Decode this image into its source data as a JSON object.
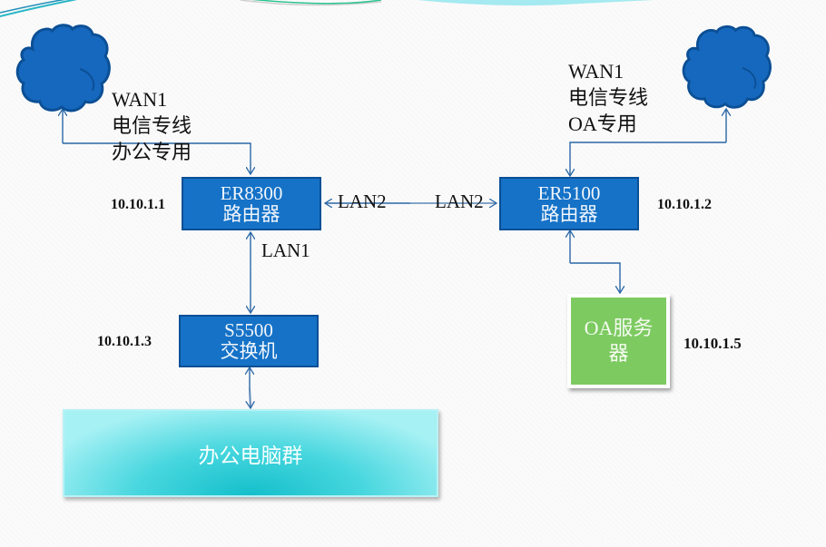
{
  "diagram": {
    "clouds": [
      {
        "id": "left",
        "name": "internet-cloud-left"
      },
      {
        "id": "right",
        "name": "internet-cloud-right"
      }
    ],
    "wan_labels": {
      "left": [
        "WAN1",
        "电信专线",
        "办公专用"
      ],
      "right": [
        "WAN1",
        "电信专线",
        "OA专用"
      ]
    },
    "devices": {
      "er8300": {
        "model": "ER8300",
        "type": "路由器",
        "ip": "10.10.1.1"
      },
      "er5100": {
        "model": "ER5100",
        "type": "路由器",
        "ip": "10.10.1.2"
      },
      "s5500": {
        "model": "S5500",
        "type": "交换机",
        "ip": "10.10.1.3"
      },
      "oa_server": {
        "line1": "OA服务",
        "line2": "器",
        "ip": "10.10.1.5"
      },
      "pc_group": {
        "label": "办公电脑群"
      }
    },
    "ports": {
      "er8300_lan2": "LAN2",
      "er5100_lan2": "LAN2",
      "er8300_lan1": "LAN1"
    },
    "colors": {
      "device_blue": "#1572c7",
      "link_blue": "#2b67a6",
      "server_green": "#7dca61",
      "pc_cyan": "#46d6de"
    }
  }
}
